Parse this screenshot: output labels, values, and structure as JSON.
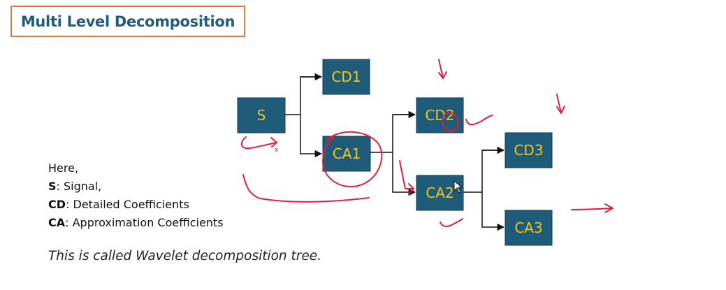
{
  "title": "Multi Level Decomposition",
  "colors": {
    "node_fill": "#1f5c7a",
    "node_text": "#f5c518",
    "title_border": "#e07b39",
    "title_text": "#1f5c7a",
    "annotation": "#e0203a"
  },
  "nodes": {
    "s": "S",
    "cd1": "CD1",
    "ca1": "CA1",
    "cd2": "CD2",
    "ca2": "CA2",
    "cd3": "CD3",
    "ca3": "CA3"
  },
  "legend": {
    "intro": "Here,",
    "items": [
      {
        "term": "S",
        "definition": ": Signal,"
      },
      {
        "term": "CD",
        "definition": ": Detailed Coefficients"
      },
      {
        "term": "CA",
        "definition": ": Approximation Coefficients"
      }
    ]
  },
  "caption": "This is called Wavelet decomposition tree."
}
